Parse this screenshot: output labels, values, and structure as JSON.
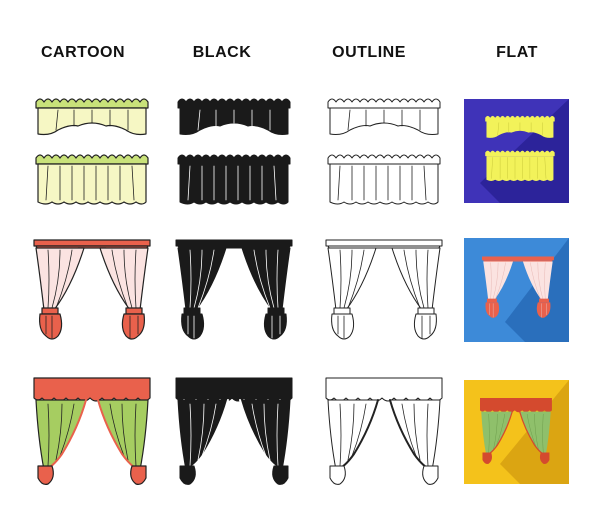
{
  "columns": [
    {
      "label": "CARTOON"
    },
    {
      "label": "BLACK"
    },
    {
      "label": "OUTLINE"
    },
    {
      "label": "FLAT"
    }
  ],
  "rows": [
    {
      "icon": "valance-and-skirt-curtain-icon"
    },
    {
      "icon": "tied-back-drapes-icon"
    },
    {
      "icon": "theater-curtain-icon"
    }
  ],
  "colors": {
    "outline": "#222222",
    "black_fill": "#1a1a1a",
    "cartoon_green_pale": "#f6f7c4",
    "cartoon_green_light": "#c9e27a",
    "cartoon_green_mid": "#a6cd61",
    "cartoon_pink": "#fbe3e1",
    "cartoon_red": "#e9614c",
    "flat_bg_row1": "#3f33b8",
    "flat_bg_row1_shadow": "#2c239a",
    "flat_fill_row1": "#f2f25a",
    "flat_bg_row2": "#3d8ad8",
    "flat_bg_row2_shadow": "#2a6fbc",
    "flat_bg_row3": "#f4c21b",
    "flat_bg_row3_shadow": "#dba512",
    "flat_fill_row3_green": "#8fc06b",
    "flat_fill_row3_red": "#d44a2e"
  }
}
